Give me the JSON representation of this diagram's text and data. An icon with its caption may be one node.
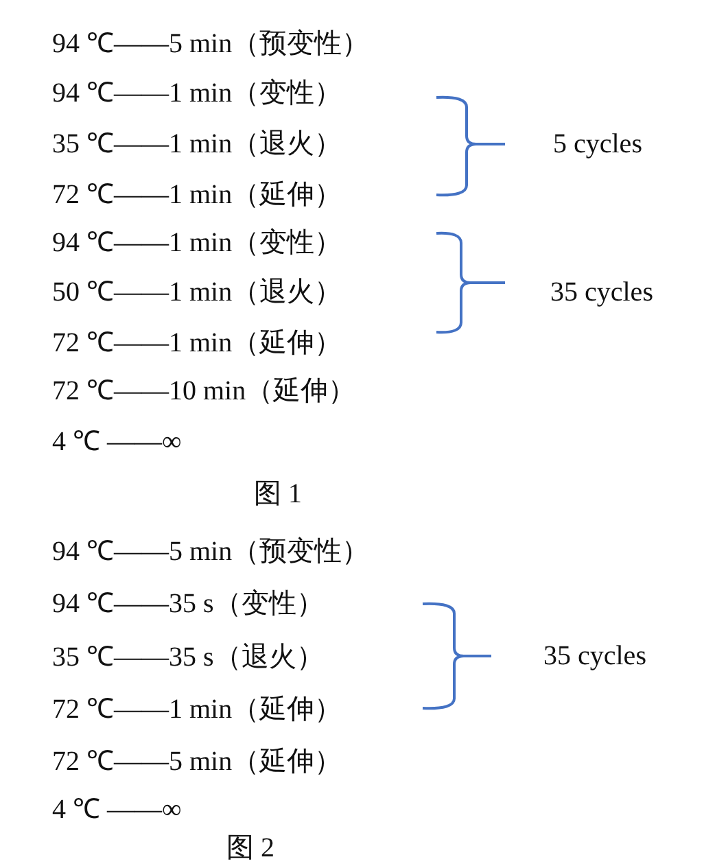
{
  "diagram": {
    "labels": [
      "94 ℃——5 min（预变性）",
      "94 ℃——1 min（变性）",
      "35 ℃——1 min（退火）",
      "5 cycles",
      "72 ℃——1 min（延伸）",
      "94 ℃——1 min（变性）",
      "50 ℃——1 min（退火）",
      "35 cycles",
      "72 ℃——1 min（延伸）",
      "72 ℃——10 min（延伸）",
      "4 ℃ ——∞",
      "图 1",
      "94 ℃——5 min（预变性）",
      "94 ℃——35 s（变性）",
      "35 ℃——35 s（退火）",
      "35 cycles",
      "72 ℃——1 min（延伸）",
      "72 ℃——5 min（延伸）",
      "4 ℃ ——∞",
      "图 2"
    ]
  }
}
